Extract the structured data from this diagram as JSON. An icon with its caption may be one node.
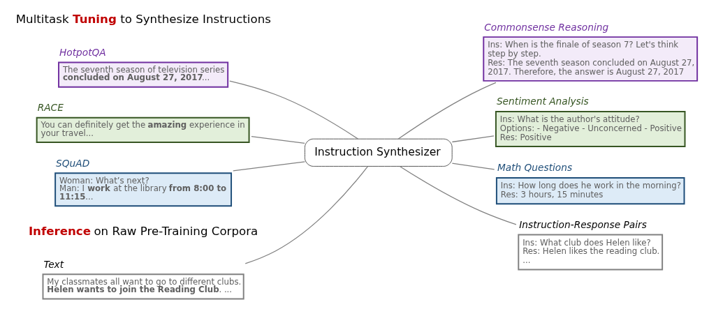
{
  "diagram": {
    "nodes": [
      {
        "text": [
          "HotpotQA",
          "The seventh season of television series **concluded on August 27, 2017**..."
        ]
      },
      {
        "text": [
          "RACE",
          "You can definitely get the **amazing** experience in your travel..."
        ]
      },
      {
        "text": [
          "SQuAD",
          "Woman: What’s next?",
          "Man: I **work** at the library **from 8:00 to 11:15**..."
        ]
      },
      {
        "text": [
          "Instruction Synthesizer"
        ]
      },
      {
        "text": [
          "Commonsense Reasoning",
          "Ins: When is the finale of season 7? Let's think step by step.",
          "Res: The seventh season concluded on August 27, 2017. Therefore, the answer is August 27, 2017"
        ]
      },
      {
        "text": [
          "Sentiment Analysis",
          "Ins: What is the author's attitude?",
          "Options: - Negative - Unconcerned - Positive",
          "Res: Positive"
        ]
      },
      {
        "text": [
          "Math Questions",
          "Ins: How long does he work in the morning?",
          "Res: 3 hours, 15 minutes"
        ]
      },
      {
        "text": [
          "Text",
          "My classmates all want to go to different clubs. **Helen wants to join the Reading Club**. ..."
        ]
      },
      {
        "text": [
          "Instruction-Response Pairs",
          "Ins: What club does Helen like?",
          "Res: Helen likes the reading club.",
          "..."
        ]
      }
    ],
    "edges": [
      {
        "from": 0,
        "to": 3,
        "arrow": "none"
      },
      {
        "from": 1,
        "to": 3,
        "arrow": "none"
      },
      {
        "from": 2,
        "to": 3,
        "arrow": "none"
      },
      {
        "from": 3,
        "to": 4,
        "arrow": "none"
      },
      {
        "from": 3,
        "to": 5,
        "arrow": "none"
      },
      {
        "from": 3,
        "to": 6,
        "arrow": "none"
      },
      {
        "from": 7,
        "to": 3,
        "arrow": "none"
      },
      {
        "from": 3,
        "to": 8,
        "arrow": "none"
      }
    ],
    "labels": [
      "Multitask **Tuning** to Synthesize Instructions",
      "**Inference** on Raw Pre-Training Corpora"
    ]
  }
}
